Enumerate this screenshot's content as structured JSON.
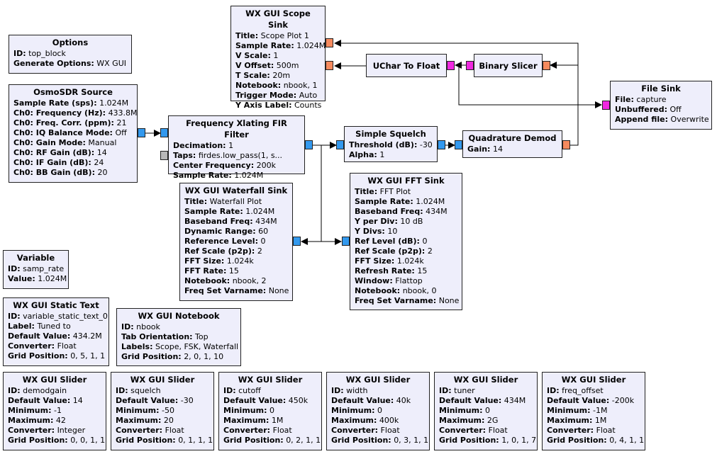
{
  "blocks": {
    "scope_sink": {
      "title": "WX GUI Scope Sink",
      "params": [
        {
          "k": "Title:",
          "v": "Scope Plot 1"
        },
        {
          "k": "Sample Rate:",
          "v": "1.024M"
        },
        {
          "k": "V Scale:",
          "v": "1"
        },
        {
          "k": "V Offset:",
          "v": "500m"
        },
        {
          "k": "T Scale:",
          "v": "20m"
        },
        {
          "k": "Notebook:",
          "v": "nbook, 1"
        },
        {
          "k": "Trigger Mode:",
          "v": "Auto"
        },
        {
          "k": "Y Axis Label:",
          "v": "Counts"
        }
      ]
    },
    "options": {
      "title": "Options",
      "params": [
        {
          "k": "ID:",
          "v": "top_block"
        },
        {
          "k": "Generate Options:",
          "v": "WX GUI"
        }
      ]
    },
    "uchar_to_float": {
      "title": "UChar To Float"
    },
    "binary_slicer": {
      "title": "Binary Slicer"
    },
    "file_sink": {
      "title": "File Sink",
      "params": [
        {
          "k": "File:",
          "v": "capture"
        },
        {
          "k": "Unbuffered:",
          "v": "Off"
        },
        {
          "k": "Append file:",
          "v": "Overwrite"
        }
      ]
    },
    "osmosdr": {
      "title": "OsmoSDR Source",
      "params": [
        {
          "k": "Sample Rate (sps):",
          "v": "1.024M"
        },
        {
          "k": "Ch0: Frequency (Hz):",
          "v": "433.8M"
        },
        {
          "k": "Ch0: Freq. Corr. (ppm):",
          "v": "21"
        },
        {
          "k": "Ch0: IQ Balance Mode:",
          "v": "Off"
        },
        {
          "k": "Ch0: Gain Mode:",
          "v": "Manual"
        },
        {
          "k": "Ch0: RF Gain (dB):",
          "v": "14"
        },
        {
          "k": "Ch0: IF Gain (dB):",
          "v": "24"
        },
        {
          "k": "Ch0: BB Gain (dB):",
          "v": "20"
        }
      ]
    },
    "xlating": {
      "title": "Frequency Xlating FIR Filter",
      "params": [
        {
          "k": "Decimation:",
          "v": "1"
        },
        {
          "k": "Taps:",
          "v": "firdes.low_pass(1, s..."
        },
        {
          "k": "Center Frequency:",
          "v": "200k"
        },
        {
          "k": "Sample Rate:",
          "v": "1.024M"
        }
      ]
    },
    "squelch": {
      "title": "Simple Squelch",
      "params": [
        {
          "k": "Threshold (dB):",
          "v": "-30"
        },
        {
          "k": "Alpha:",
          "v": "1"
        }
      ]
    },
    "quad_demod": {
      "title": "Quadrature Demod",
      "params": [
        {
          "k": "Gain:",
          "v": "14"
        }
      ]
    },
    "waterfall": {
      "title": "WX GUI Waterfall Sink",
      "params": [
        {
          "k": "Title:",
          "v": "Waterfall Plot"
        },
        {
          "k": "Sample Rate:",
          "v": "1.024M"
        },
        {
          "k": "Baseband Freq:",
          "v": "434M"
        },
        {
          "k": "Dynamic Range:",
          "v": "60"
        },
        {
          "k": "Reference Level:",
          "v": "0"
        },
        {
          "k": "Ref Scale (p2p):",
          "v": "2"
        },
        {
          "k": "FFT Size:",
          "v": "1.024k"
        },
        {
          "k": "FFT Rate:",
          "v": "15"
        },
        {
          "k": "Notebook:",
          "v": "nbook, 2"
        },
        {
          "k": "Freq Set Varname:",
          "v": "None"
        }
      ]
    },
    "fft_sink": {
      "title": "WX GUI FFT Sink",
      "params": [
        {
          "k": "Title:",
          "v": "FFT Plot"
        },
        {
          "k": "Sample Rate:",
          "v": "1.024M"
        },
        {
          "k": "Baseband Freq:",
          "v": "434M"
        },
        {
          "k": "Y per Div:",
          "v": "10 dB"
        },
        {
          "k": "Y Divs:",
          "v": "10"
        },
        {
          "k": "Ref Level (dB):",
          "v": "0"
        },
        {
          "k": "Ref Scale (p2p):",
          "v": "2"
        },
        {
          "k": "FFT Size:",
          "v": "1.024k"
        },
        {
          "k": "Refresh Rate:",
          "v": "15"
        },
        {
          "k": "Window:",
          "v": "Flattop"
        },
        {
          "k": "Notebook:",
          "v": "nbook, 0"
        },
        {
          "k": "Freq Set Varname:",
          "v": "None"
        }
      ]
    },
    "variable": {
      "title": "Variable",
      "params": [
        {
          "k": "ID:",
          "v": "samp_rate"
        },
        {
          "k": "Value:",
          "v": "1.024M"
        }
      ]
    },
    "static_text": {
      "title": "WX GUI Static Text",
      "params": [
        {
          "k": "ID:",
          "v": "variable_static_text_0"
        },
        {
          "k": "Label:",
          "v": "Tuned to"
        },
        {
          "k": "Default Value:",
          "v": "434.2M"
        },
        {
          "k": "Converter:",
          "v": "Float"
        },
        {
          "k": "Grid Position:",
          "v": "0, 5, 1, 1"
        }
      ]
    },
    "notebook": {
      "title": "WX GUI Notebook",
      "params": [
        {
          "k": "ID:",
          "v": "nbook"
        },
        {
          "k": "Tab Orientation:",
          "v": "Top"
        },
        {
          "k": "Labels:",
          "v": "Scope, FSK, Waterfall"
        },
        {
          "k": "Grid Position:",
          "v": "2, 0, 1, 10"
        }
      ]
    },
    "slider_demodgain": {
      "title": "WX GUI Slider",
      "params": [
        {
          "k": "ID:",
          "v": "demodgain"
        },
        {
          "k": "Default Value:",
          "v": "14"
        },
        {
          "k": "Minimum:",
          "v": "-1"
        },
        {
          "k": "Maximum:",
          "v": "42"
        },
        {
          "k": "Converter:",
          "v": "Integer"
        },
        {
          "k": "Grid Position:",
          "v": "0, 0, 1, 1"
        }
      ]
    },
    "slider_squelch": {
      "title": "WX GUI Slider",
      "params": [
        {
          "k": "ID:",
          "v": "squelch"
        },
        {
          "k": "Default Value:",
          "v": "-30"
        },
        {
          "k": "Minimum:",
          "v": "-50"
        },
        {
          "k": "Maximum:",
          "v": "20"
        },
        {
          "k": "Converter:",
          "v": "Float"
        },
        {
          "k": "Grid Position:",
          "v": "0, 1, 1, 1"
        }
      ]
    },
    "slider_cutoff": {
      "title": "WX GUI Slider",
      "params": [
        {
          "k": "ID:",
          "v": "cutoff"
        },
        {
          "k": "Default Value:",
          "v": "450k"
        },
        {
          "k": "Minimum:",
          "v": "0"
        },
        {
          "k": "Maximum:",
          "v": "1M"
        },
        {
          "k": "Converter:",
          "v": "Float"
        },
        {
          "k": "Grid Position:",
          "v": "0, 2, 1, 1"
        }
      ]
    },
    "slider_width": {
      "title": "WX GUI Slider",
      "params": [
        {
          "k": "ID:",
          "v": "width"
        },
        {
          "k": "Default Value:",
          "v": "40k"
        },
        {
          "k": "Minimum:",
          "v": "0"
        },
        {
          "k": "Maximum:",
          "v": "400k"
        },
        {
          "k": "Converter:",
          "v": "Float"
        },
        {
          "k": "Grid Position:",
          "v": "0, 3, 1, 1"
        }
      ]
    },
    "slider_tuner": {
      "title": "WX GUI Slider",
      "params": [
        {
          "k": "ID:",
          "v": "tuner"
        },
        {
          "k": "Default Value:",
          "v": "434M"
        },
        {
          "k": "Minimum:",
          "v": "0"
        },
        {
          "k": "Maximum:",
          "v": "2G"
        },
        {
          "k": "Converter:",
          "v": "Float"
        },
        {
          "k": "Grid Position:",
          "v": "1, 0, 1, 7"
        }
      ]
    },
    "slider_freq_offset": {
      "title": "WX GUI Slider",
      "params": [
        {
          "k": "ID:",
          "v": "freq_offset"
        },
        {
          "k": "Default Value:",
          "v": "-200k"
        },
        {
          "k": "Minimum:",
          "v": "-1M"
        },
        {
          "k": "Maximum:",
          "v": "1M"
        },
        {
          "k": "Converter:",
          "v": "Float"
        },
        {
          "k": "Grid Position:",
          "v": "0, 4, 1, 1"
        }
      ]
    }
  }
}
